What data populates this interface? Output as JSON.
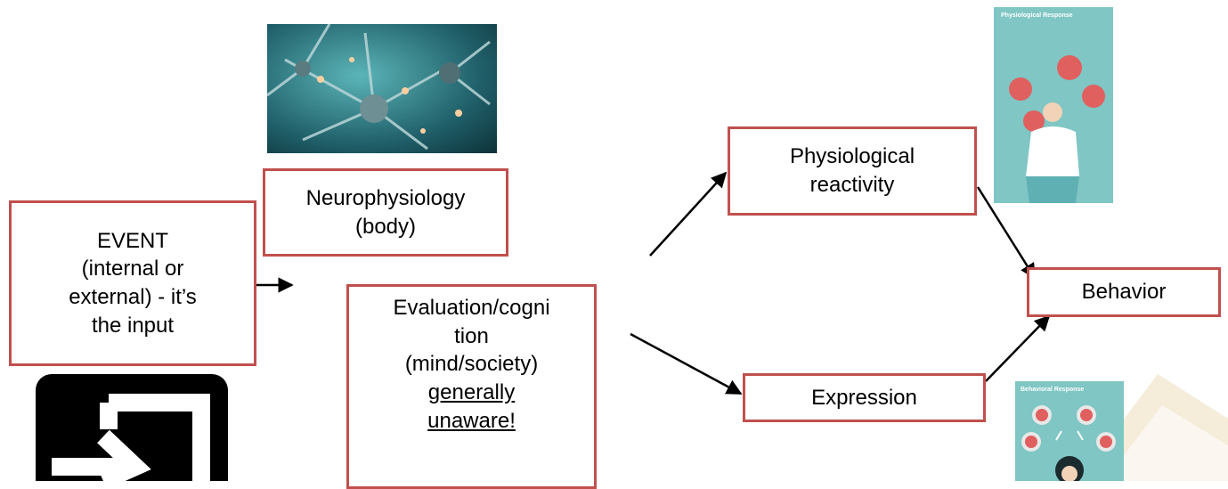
{
  "boxes": {
    "event": [
      "EVENT",
      "(internal or",
      "external) - it’s",
      "the input"
    ],
    "neuro": [
      "Neurophysiology",
      "(body)"
    ],
    "evaluation": [
      "Evaluation/cogni",
      "tion",
      "(mind/society)"
    ],
    "evaluation_underlined": [
      "generally",
      "unaware!"
    ],
    "physio": [
      "Physiological",
      "reactivity"
    ],
    "expression": "Expression",
    "behavior": "Behavior"
  },
  "posters": {
    "physiological_title": "Physiological Response",
    "behavioral_title": "Behavioral Response"
  },
  "icons": {
    "neuron_image": "neuron-network-image",
    "input_icon": "sign-in-icon",
    "watermark": "watermark-shape"
  },
  "colors": {
    "box_border": "#c0504d",
    "arrow": "#000000",
    "poster_bg": "#7fc6c4"
  }
}
